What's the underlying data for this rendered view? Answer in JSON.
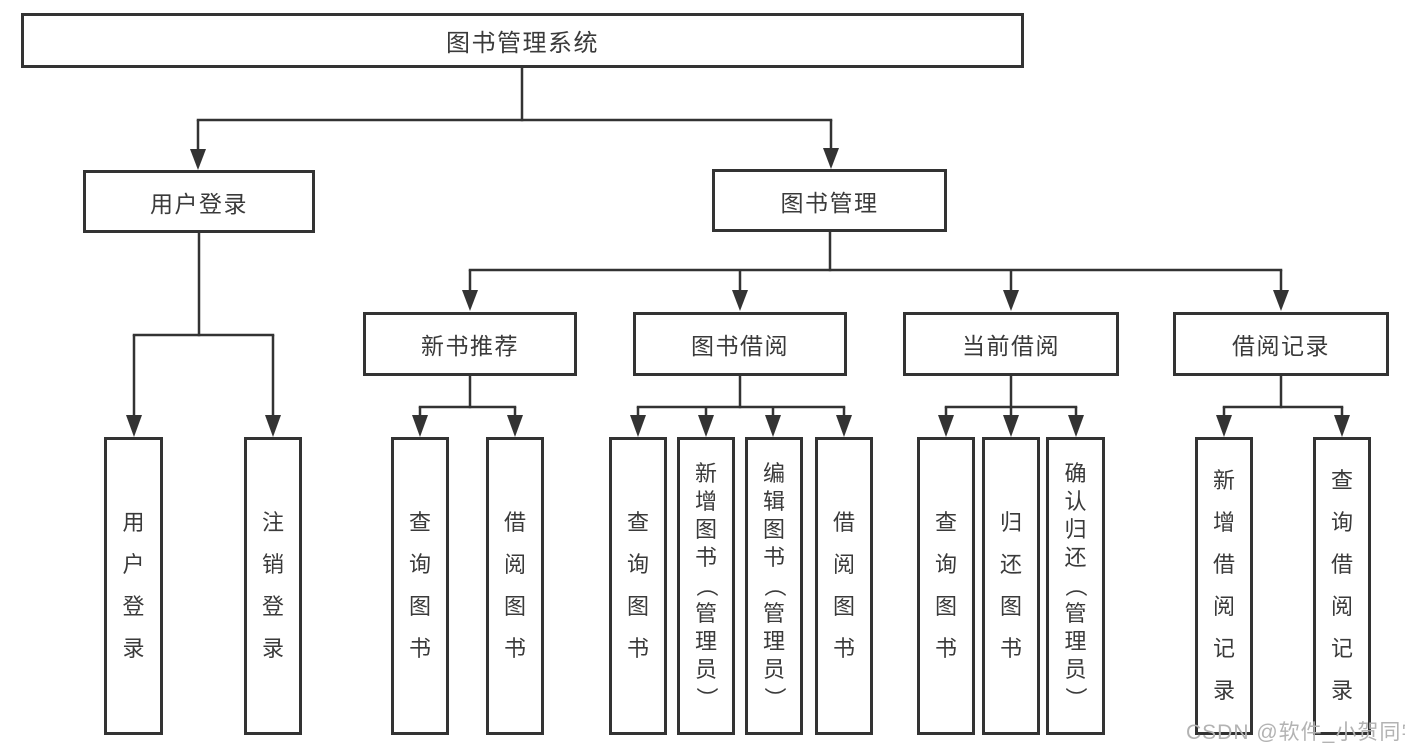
{
  "diagram": {
    "title": "图书管理系统",
    "nodes": {
      "root": {
        "label": "图书管理系统"
      },
      "user_login": {
        "label": "用户登录"
      },
      "book_mgmt": {
        "label": "图书管理"
      },
      "new_book": {
        "label": "新书推荐"
      },
      "book_borrow": {
        "label": "图书借阅"
      },
      "current_borrow": {
        "label": "当前借阅"
      },
      "borrow_record": {
        "label": "借阅记录"
      }
    },
    "leaves": {
      "login": {
        "label": "用户登录"
      },
      "logout": {
        "label": "注销登录"
      },
      "new_query": {
        "label": "查询图书"
      },
      "new_borrow": {
        "label": "借阅图书"
      },
      "bb_query": {
        "label": "查询图书"
      },
      "bb_add": {
        "label": "新增图书（管理员）"
      },
      "bb_edit": {
        "label": "编辑图书（管理员）"
      },
      "bb_borrow": {
        "label": "借阅图书"
      },
      "cb_query": {
        "label": "查询图书"
      },
      "cb_return": {
        "label": "归还图书"
      },
      "cb_confirm": {
        "label": "确认归还（管理员）"
      },
      "br_add": {
        "label": "新增借阅记录"
      },
      "br_query": {
        "label": "查询借阅记录"
      }
    },
    "edges": [
      [
        "root",
        "user_login"
      ],
      [
        "root",
        "book_mgmt"
      ],
      [
        "user_login",
        "login"
      ],
      [
        "user_login",
        "logout"
      ],
      [
        "book_mgmt",
        "new_book"
      ],
      [
        "book_mgmt",
        "book_borrow"
      ],
      [
        "book_mgmt",
        "current_borrow"
      ],
      [
        "book_mgmt",
        "borrow_record"
      ],
      [
        "new_book",
        "new_query"
      ],
      [
        "new_book",
        "new_borrow"
      ],
      [
        "book_borrow",
        "bb_query"
      ],
      [
        "book_borrow",
        "bb_add"
      ],
      [
        "book_borrow",
        "bb_edit"
      ],
      [
        "book_borrow",
        "bb_borrow"
      ],
      [
        "current_borrow",
        "cb_query"
      ],
      [
        "current_borrow",
        "cb_return"
      ],
      [
        "current_borrow",
        "cb_confirm"
      ],
      [
        "borrow_record",
        "br_add"
      ],
      [
        "borrow_record",
        "br_query"
      ]
    ],
    "colors": {
      "line": "#333333",
      "border": "#333333",
      "text": "#3a3a3a",
      "background": "#ffffff",
      "watermark": "#b3b3b3"
    }
  },
  "watermark": {
    "text": "CSDN @软件_小贺同学"
  }
}
